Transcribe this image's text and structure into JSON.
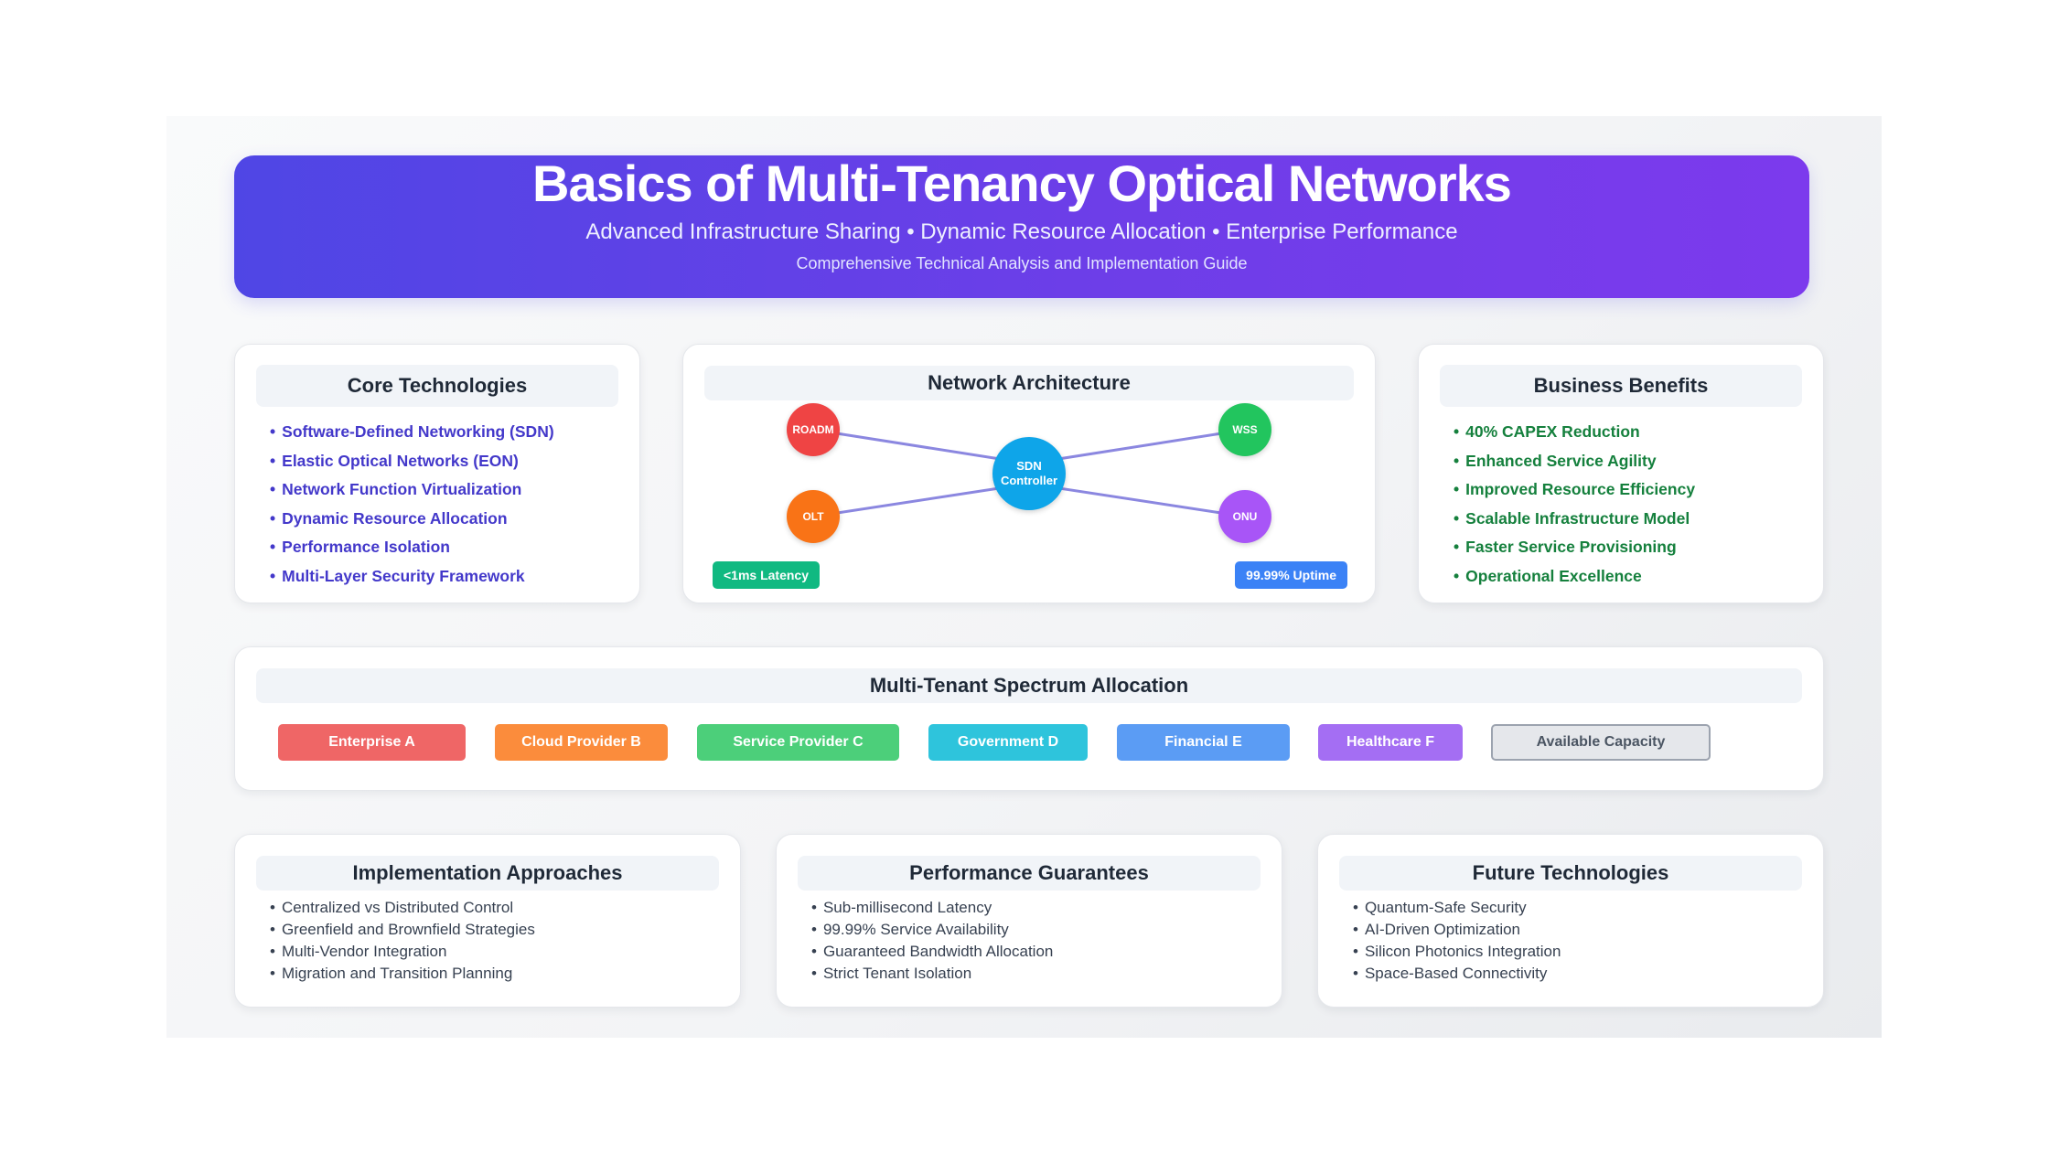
{
  "header": {
    "title": "Basics of Multi-Tenancy Optical Networks",
    "subtitle": "Advanced Infrastructure Sharing • Dynamic Resource Allocation • Enterprise Performance",
    "tagline": "Comprehensive Technical Analysis and Implementation Guide"
  },
  "core_technologies": {
    "title": "Core Technologies",
    "items": [
      "Software-Defined Networking (SDN)",
      "Elastic Optical Networks (EON)",
      "Network Function Virtualization",
      "Dynamic Resource Allocation",
      "Performance Isolation",
      "Multi-Layer Security Framework"
    ]
  },
  "architecture": {
    "title": "Network Architecture",
    "nodes": {
      "roadm": "ROADM",
      "wss": "WSS",
      "olt": "OLT",
      "onu": "ONU",
      "controller_line1": "SDN",
      "controller_line2": "Controller"
    },
    "latency_badge": "<1ms Latency",
    "uptime_badge": "99.99% Uptime"
  },
  "business_benefits": {
    "title": "Business Benefits",
    "items": [
      "40% CAPEX Reduction",
      "Enhanced Service Agility",
      "Improved Resource Efficiency",
      "Scalable Infrastructure Model",
      "Faster Service Provisioning",
      "Operational Excellence"
    ]
  },
  "spectrum": {
    "title": "Multi-Tenant Spectrum Allocation",
    "tenants": [
      {
        "label": "Enterprise A",
        "color": "#ef6666"
      },
      {
        "label": "Cloud Provider B",
        "color": "#fb8c3c"
      },
      {
        "label": "Service Provider C",
        "color": "#4ccf7a"
      },
      {
        "label": "Government D",
        "color": "#2ec4dc"
      },
      {
        "label": "Financial E",
        "color": "#5b9cf4"
      },
      {
        "label": "Healthcare F",
        "color": "#a46ef3"
      },
      {
        "label": "Available Capacity",
        "color": "#e5e7eb"
      }
    ]
  },
  "implementation": {
    "title": "Implementation Approaches",
    "items": [
      "Centralized vs Distributed Control",
      "Greenfield and Brownfield Strategies",
      "Multi-Vendor Integration",
      "Migration and Transition Planning"
    ]
  },
  "performance": {
    "title": "Performance Guarantees",
    "items": [
      "Sub-millisecond Latency",
      "99.99% Service Availability",
      "Guaranteed Bandwidth Allocation",
      "Strict Tenant Isolation"
    ]
  },
  "future": {
    "title": "Future Technologies",
    "items": [
      "Quantum-Safe Security",
      "AI-Driven Optimization",
      "Silicon Photonics Integration",
      "Space-Based Connectivity"
    ]
  },
  "colors": {
    "header_start": "#4f46e5",
    "header_end": "#7c3aed",
    "roadm": "#ef4444",
    "wss": "#22c55e",
    "olt": "#f97316",
    "onu": "#a855f7",
    "controller": "#0ea5e9",
    "link": "#8b87e0",
    "latency_badge": "#10b981",
    "uptime_badge": "#3b82f6"
  }
}
